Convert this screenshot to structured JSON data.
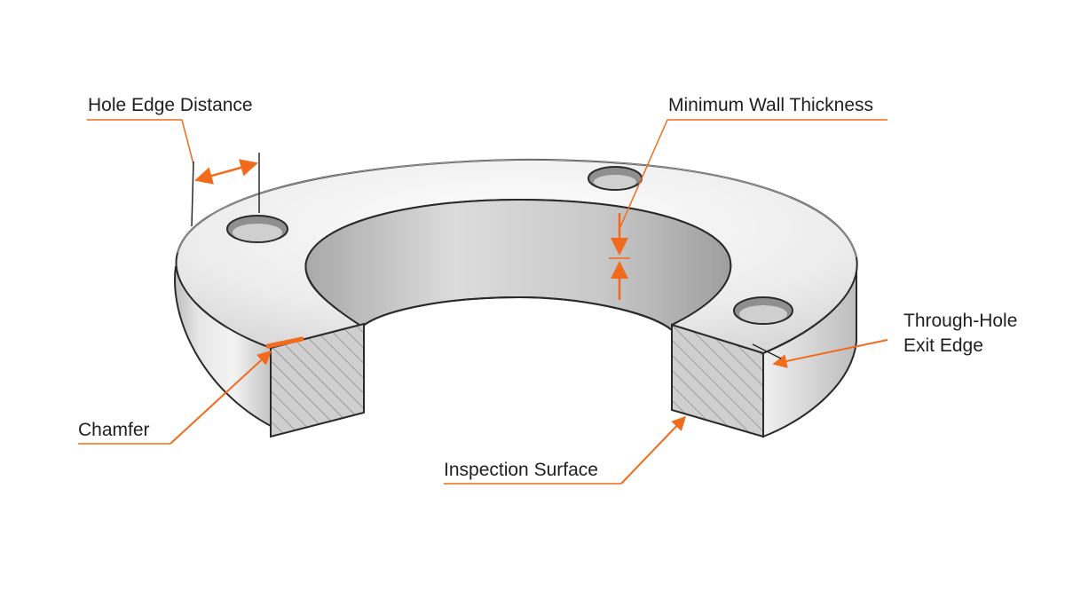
{
  "labels": {
    "hole_edge_distance": "Hole Edge Distance",
    "minimum_wall_thickness": "Minimum Wall Thickness",
    "through_hole_line1": "Through-Hole",
    "through_hole_line2": "Exit Edge",
    "chamfer": "Chamfer",
    "inspection_surface": "Inspection Surface"
  },
  "colors": {
    "accent": "#f26b1d",
    "outline": "#2a2a2a",
    "face_light": "#f1f1f1",
    "face_mid": "#d9d9d9",
    "face_dark": "#b9b9b9",
    "hatch": "#7a7a7a"
  }
}
